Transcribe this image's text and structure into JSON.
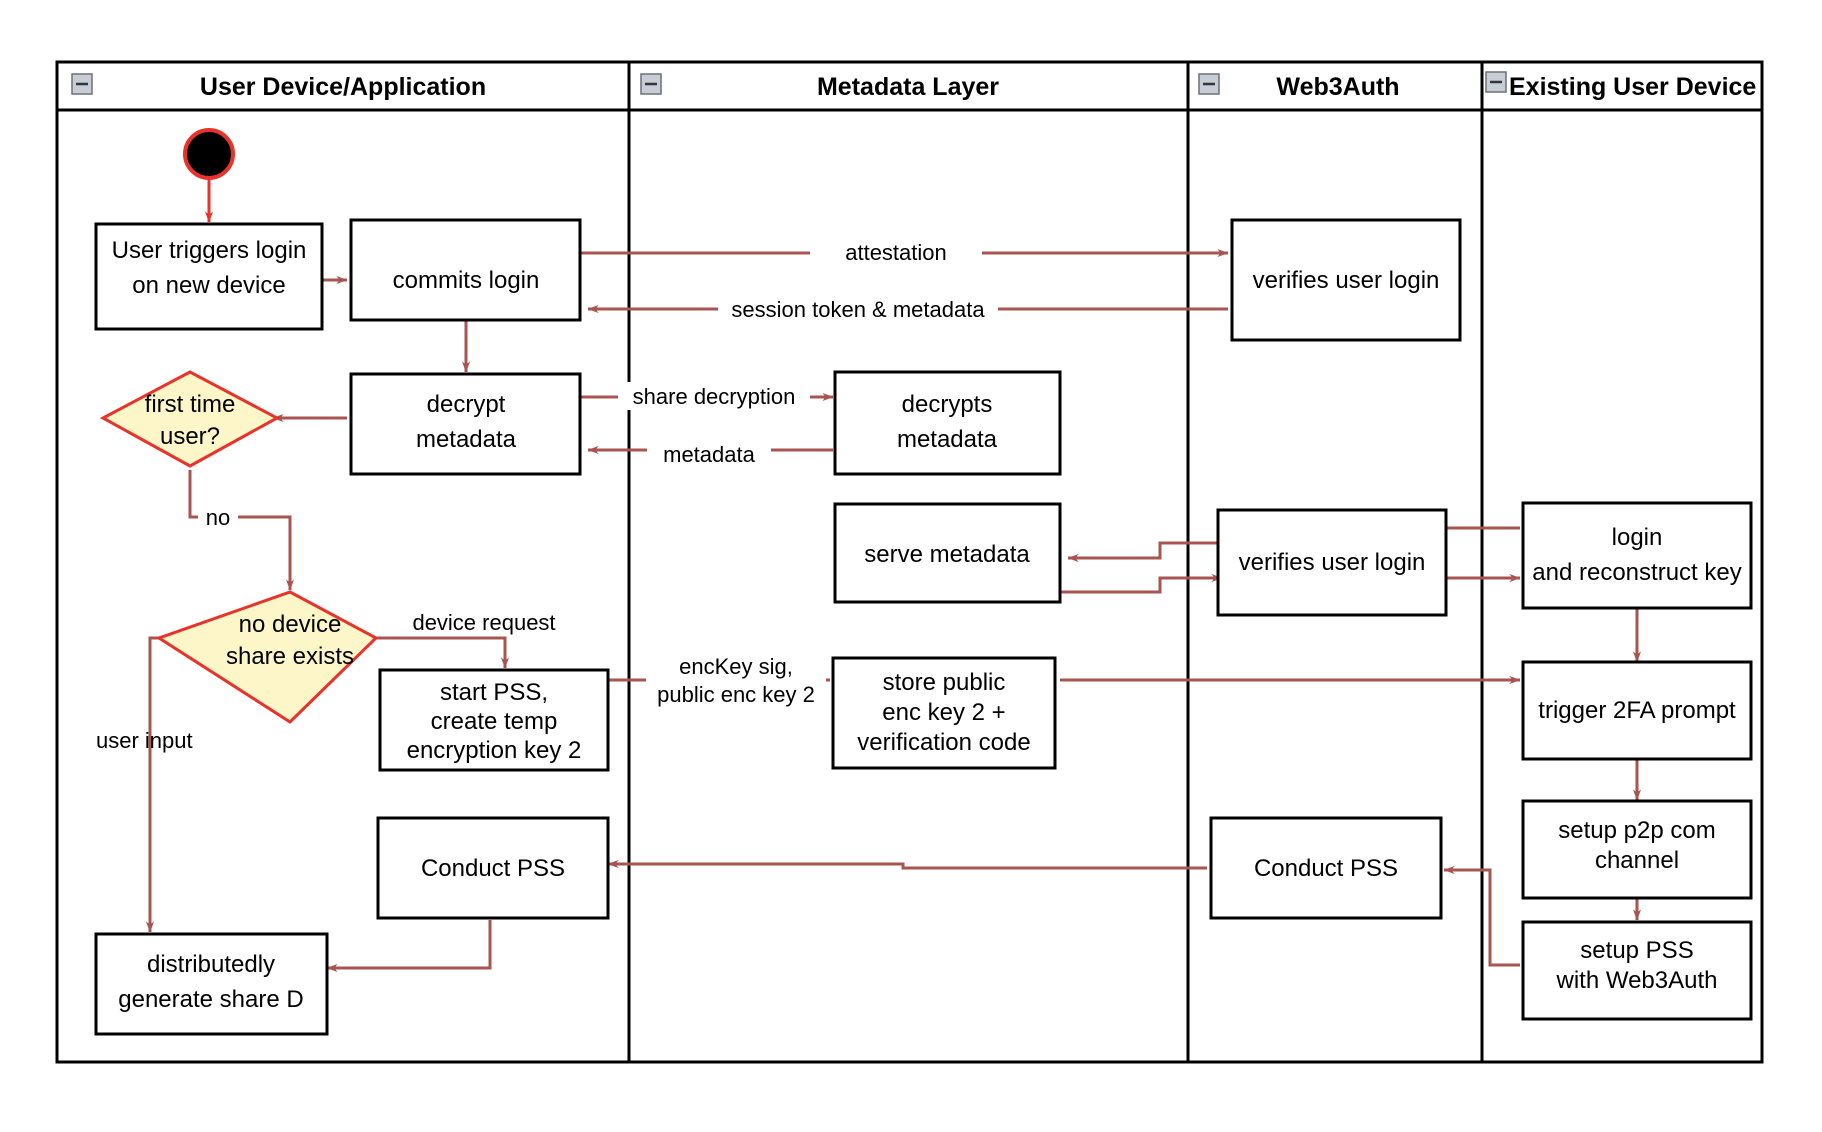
{
  "diagram": {
    "type": "uml-activity-swimlane",
    "colors": {
      "flow_arrow": "#a85450",
      "start_node_ring": "#e8322a",
      "decision_fill": "#fdf6c9",
      "decision_stroke": "#e8322a",
      "node_stroke": "#000000",
      "node_fill": "#ffffff",
      "lane_stroke": "#000000"
    },
    "lanes": [
      {
        "id": "lane-user-device",
        "title": "User Device/Application",
        "collapse_icon": "minus-icon"
      },
      {
        "id": "lane-metadata",
        "title": "Metadata Layer",
        "collapse_icon": "minus-icon"
      },
      {
        "id": "lane-web3auth",
        "title": "Web3Auth",
        "collapse_icon": "minus-icon"
      },
      {
        "id": "lane-existing-device",
        "title": "Existing User Device",
        "collapse_icon": "minus-icon"
      }
    ],
    "nodes": [
      {
        "id": "start",
        "lane": "lane-user-device",
        "shape": "initial-node",
        "label": ""
      },
      {
        "id": "user-triggers-login",
        "lane": "lane-user-device",
        "shape": "action",
        "label": [
          "User triggers login",
          "on new device"
        ]
      },
      {
        "id": "commits-login",
        "lane": "lane-user-device",
        "shape": "action",
        "label": [
          "commits login"
        ]
      },
      {
        "id": "decrypt-metadata",
        "lane": "lane-user-device",
        "shape": "action",
        "label": [
          "decrypt",
          "metadata"
        ]
      },
      {
        "id": "first-time-user",
        "lane": "lane-user-device",
        "shape": "decision",
        "label": [
          "first time",
          "user?"
        ]
      },
      {
        "id": "no-device-share-exists",
        "lane": "lane-user-device",
        "shape": "decision",
        "label": [
          "no device",
          "share exists"
        ]
      },
      {
        "id": "start-pss",
        "lane": "lane-user-device",
        "shape": "action",
        "label": [
          "start PSS,",
          "create temp",
          "encryption key 2"
        ]
      },
      {
        "id": "conduct-pss-user",
        "lane": "lane-user-device",
        "shape": "action",
        "label": [
          "Conduct PSS"
        ]
      },
      {
        "id": "distributedly-generate-share-d",
        "lane": "lane-user-device",
        "shape": "action",
        "label": [
          "distributedly",
          "generate share D"
        ]
      },
      {
        "id": "decrypts-metadata",
        "lane": "lane-metadata",
        "shape": "action",
        "label": [
          "decrypts",
          "metadata"
        ]
      },
      {
        "id": "serve-metadata",
        "lane": "lane-metadata",
        "shape": "action",
        "label": [
          "serve metadata"
        ]
      },
      {
        "id": "store-public-enc-key",
        "lane": "lane-metadata",
        "shape": "action",
        "label": [
          "store public",
          "enc key 2 +",
          "verification code"
        ]
      },
      {
        "id": "verifies-user-login-1",
        "lane": "lane-web3auth",
        "shape": "action",
        "label": [
          "verifies user login"
        ]
      },
      {
        "id": "verifies-user-login-2",
        "lane": "lane-web3auth",
        "shape": "action",
        "label": [
          "verifies user login"
        ]
      },
      {
        "id": "conduct-pss-web3auth",
        "lane": "lane-web3auth",
        "shape": "action",
        "label": [
          "Conduct PSS"
        ]
      },
      {
        "id": "login-and-reconstruct-key",
        "lane": "lane-existing-device",
        "shape": "action",
        "label": [
          "login",
          "and reconstruct key"
        ]
      },
      {
        "id": "trigger-2fa-prompt",
        "lane": "lane-existing-device",
        "shape": "action",
        "label": [
          "trigger 2FA prompt"
        ]
      },
      {
        "id": "setup-p2p-com-channel",
        "lane": "lane-existing-device",
        "shape": "action",
        "label": [
          "setup p2p com",
          "channel"
        ]
      },
      {
        "id": "setup-pss-with-web3auth",
        "lane": "lane-existing-device",
        "shape": "action",
        "label": [
          "setup PSS",
          "with Web3Auth"
        ]
      }
    ],
    "edge_labels": {
      "attestation": "attestation",
      "session_token": "session token & metadata",
      "share_decryption": "share decryption",
      "metadata": "metadata",
      "no": "no",
      "device_request": "device request",
      "user_input": "user input",
      "enckey_sig_l1": "encKey sig,",
      "enckey_sig_l2": "public enc key 2"
    }
  }
}
